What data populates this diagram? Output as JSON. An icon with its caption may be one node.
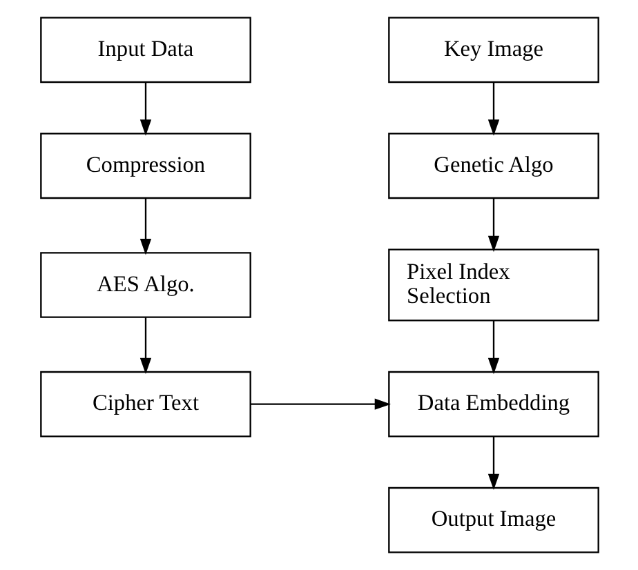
{
  "diagram": {
    "nodes": [
      {
        "text": [
          "Input Data"
        ]
      },
      {
        "text": [
          "Compression"
        ]
      },
      {
        "text": [
          "AES Algo."
        ]
      },
      {
        "text": [
          "Cipher Text"
        ]
      },
      {
        "text": [
          "Key Image"
        ]
      },
      {
        "text": [
          "Genetic Algo"
        ]
      },
      {
        "text": [
          "Pixel Index Selection"
        ]
      },
      {
        "text": [
          "Data Embedding"
        ]
      },
      {
        "text": [
          "Output Image"
        ]
      }
    ],
    "edges": [
      {
        "from": 0,
        "to": 1,
        "arrow": "to"
      },
      {
        "from": 1,
        "to": 2,
        "arrow": "to"
      },
      {
        "from": 2,
        "to": 3,
        "arrow": "to"
      },
      {
        "from": 4,
        "to": 5,
        "arrow": "to"
      },
      {
        "from": 5,
        "to": 6,
        "arrow": "to"
      },
      {
        "from": 6,
        "to": 7,
        "arrow": "to"
      },
      {
        "from": 3,
        "to": 7,
        "arrow": "to"
      },
      {
        "from": 7,
        "to": 8,
        "arrow": "to"
      }
    ]
  }
}
